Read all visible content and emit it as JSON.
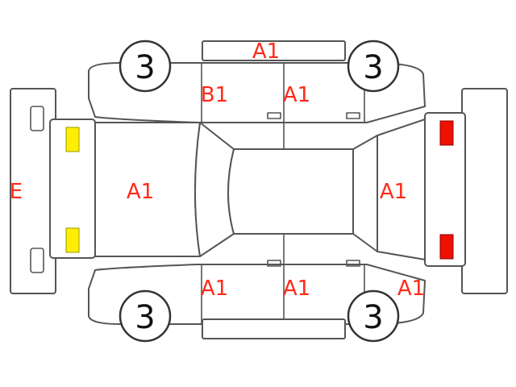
{
  "colors": {
    "grade_text": "#ff2a1a",
    "front_lamp": "#ffee00",
    "rear_lamp": "#ee1100",
    "outline": "#555555"
  },
  "tires": {
    "front_left": "3",
    "rear_left": "3",
    "front_right": "3",
    "rear_right": "3"
  },
  "grades": {
    "roof_top_panel": "A1",
    "front_left_door": "B1",
    "rear_left_door": "A1",
    "hood": "A1",
    "trunk": "A1",
    "front_bumper": "E",
    "front_right_door": "A1",
    "rear_right_door": "A1",
    "rear_right_fender": "A1"
  }
}
